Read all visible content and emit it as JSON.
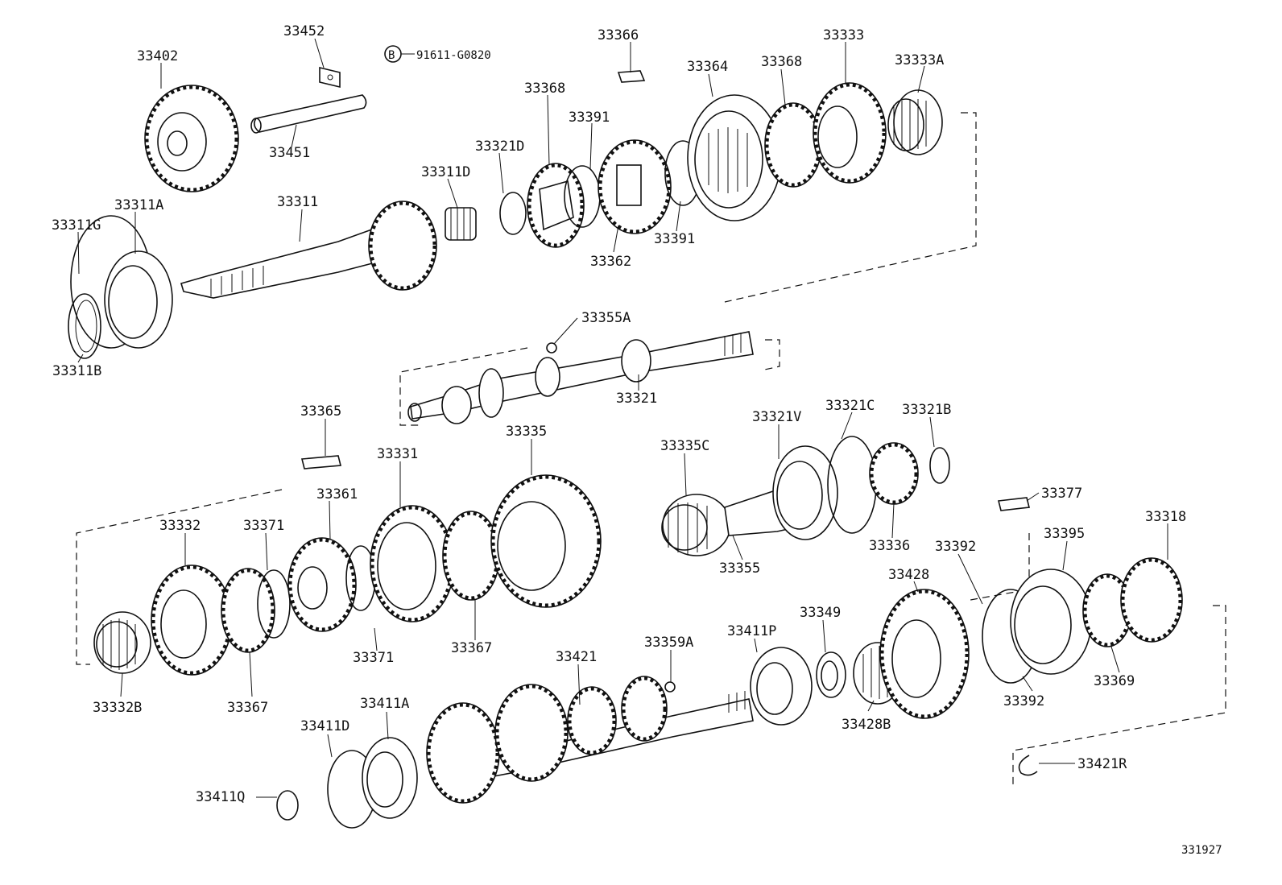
{
  "diagram": {
    "drawing_number": "331927",
    "bolt_symbol": "B",
    "labels": [
      {
        "id": "33402",
        "text": "33402"
      },
      {
        "id": "33452",
        "text": "33452"
      },
      {
        "id": "91611-G0820",
        "text": "91611-G0820"
      },
      {
        "id": "33366",
        "text": "33366"
      },
      {
        "id": "33333",
        "text": "33333"
      },
      {
        "id": "33364",
        "text": "33364"
      },
      {
        "id": "33368-a",
        "text": "33368"
      },
      {
        "id": "33333A",
        "text": "33333A"
      },
      {
        "id": "33368-b",
        "text": "33368"
      },
      {
        "id": "33391-a",
        "text": "33391"
      },
      {
        "id": "33321D",
        "text": "33321D"
      },
      {
        "id": "33451",
        "text": "33451"
      },
      {
        "id": "33311D",
        "text": "33311D"
      },
      {
        "id": "33311A",
        "text": "33311A"
      },
      {
        "id": "33311",
        "text": "33311"
      },
      {
        "id": "33311G",
        "text": "33311G"
      },
      {
        "id": "33391-b",
        "text": "33391"
      },
      {
        "id": "33362",
        "text": "33362"
      },
      {
        "id": "33355A",
        "text": "33355A"
      },
      {
        "id": "33311B",
        "text": "33311B"
      },
      {
        "id": "33321",
        "text": "33321"
      },
      {
        "id": "33365",
        "text": "33365"
      },
      {
        "id": "33321V",
        "text": "33321V"
      },
      {
        "id": "33321C",
        "text": "33321C"
      },
      {
        "id": "33321B",
        "text": "33321B"
      },
      {
        "id": "33335",
        "text": "33335"
      },
      {
        "id": "33331",
        "text": "33331"
      },
      {
        "id": "33335C",
        "text": "33335C"
      },
      {
        "id": "33361",
        "text": "33361"
      },
      {
        "id": "33377",
        "text": "33377"
      },
      {
        "id": "33318",
        "text": "33318"
      },
      {
        "id": "33332",
        "text": "33332"
      },
      {
        "id": "33371-a",
        "text": "33371"
      },
      {
        "id": "33395",
        "text": "33395"
      },
      {
        "id": "33336",
        "text": "33336"
      },
      {
        "id": "33392-a",
        "text": "33392"
      },
      {
        "id": "33355",
        "text": "33355"
      },
      {
        "id": "33428",
        "text": "33428"
      },
      {
        "id": "33349",
        "text": "33349"
      },
      {
        "id": "33359A",
        "text": "33359A"
      },
      {
        "id": "33411P",
        "text": "33411P"
      },
      {
        "id": "33421",
        "text": "33421"
      },
      {
        "id": "33371-b",
        "text": "33371"
      },
      {
        "id": "33367-a",
        "text": "33367"
      },
      {
        "id": "33369",
        "text": "33369"
      },
      {
        "id": "33392-b",
        "text": "33392"
      },
      {
        "id": "33332B",
        "text": "33332B"
      },
      {
        "id": "33367-b",
        "text": "33367"
      },
      {
        "id": "33411A",
        "text": "33411A"
      },
      {
        "id": "33428B",
        "text": "33428B"
      },
      {
        "id": "33411D",
        "text": "33411D"
      },
      {
        "id": "33421R",
        "text": "33421R"
      },
      {
        "id": "33411Q",
        "text": "33411Q"
      }
    ]
  }
}
